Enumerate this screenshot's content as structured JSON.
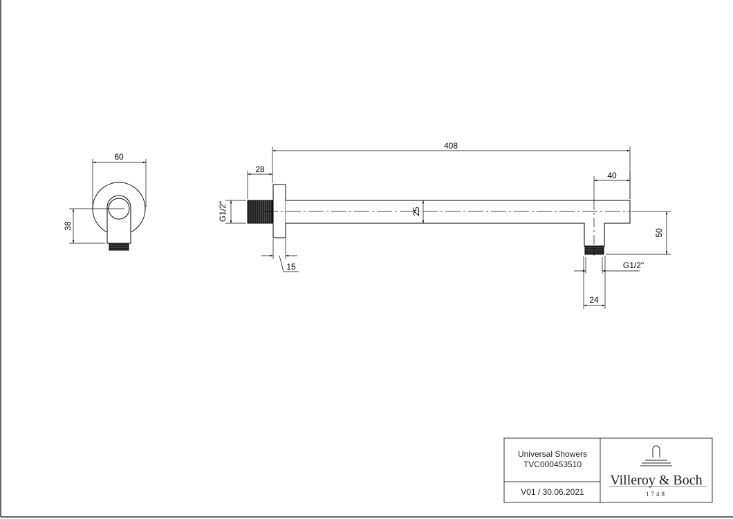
{
  "drawing": {
    "side_view": {
      "width_dim": "60",
      "height_dim": "38"
    },
    "main_view": {
      "length_dim": "408",
      "thread_length_dim": "28",
      "thread_inlet_label": "G1/2\"",
      "tube_height_dim": "25",
      "flange_thickness_dim": "15",
      "outlet_offset_dim": "40",
      "outlet_drop_dim": "50",
      "thread_outlet_label": "G1/2\"",
      "outlet_width_dim": "24"
    }
  },
  "title_block": {
    "product_line": "Universal Showers",
    "product_code": "TVC000453510",
    "version_date": "V01 / 30.06.2021",
    "brand": "Villeroy & Boch",
    "brand_year": "1748"
  }
}
